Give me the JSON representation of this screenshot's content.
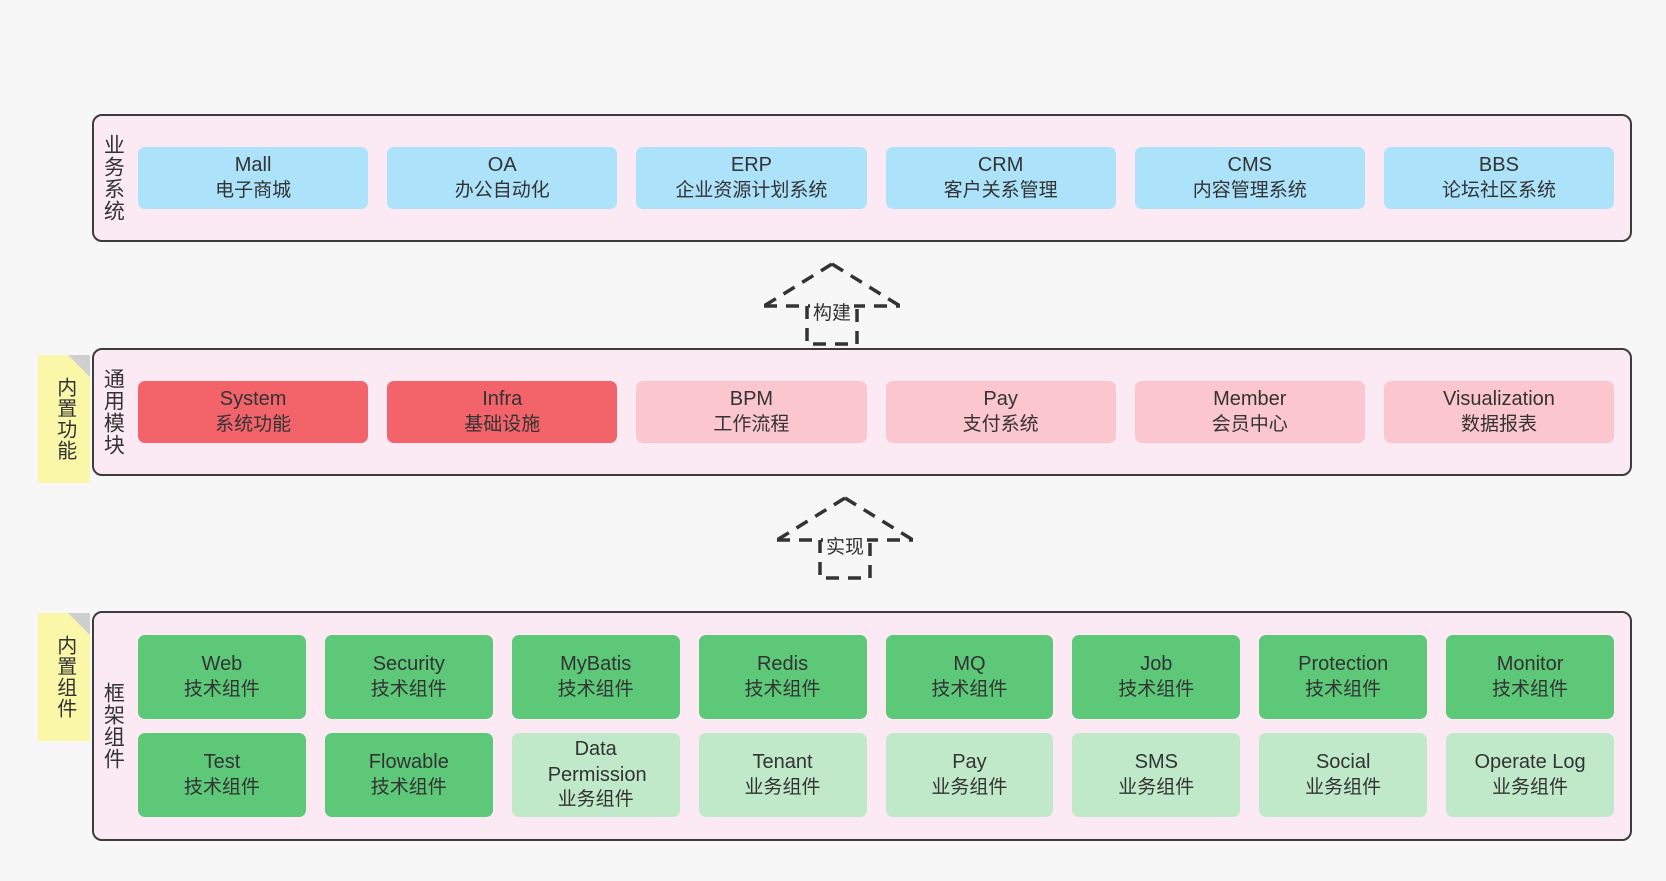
{
  "diagram": {
    "background": "#f7f7f7",
    "layers": [
      {
        "id": "business",
        "title": "业务系统",
        "note": null,
        "rows": [
          {
            "cards": [
              {
                "en": "Mall",
                "cn": "电子商城",
                "color": "#ace3fb",
                "style": "c-blue"
              },
              {
                "en": "OA",
                "cn": "办公自动化",
                "color": "#ace3fb",
                "style": "c-blue"
              },
              {
                "en": "ERP",
                "cn": "企业资源计划系统",
                "color": "#ace3fb",
                "style": "c-blue"
              },
              {
                "en": "CRM",
                "cn": "客户关系管理",
                "color": "#ace3fb",
                "style": "c-blue"
              },
              {
                "en": "CMS",
                "cn": "内容管理系统",
                "color": "#ace3fb",
                "style": "c-blue"
              },
              {
                "en": "BBS",
                "cn": "论坛社区系统",
                "color": "#ace3fb",
                "style": "c-blue"
              }
            ]
          }
        ]
      },
      {
        "id": "common",
        "title": "通用模块",
        "note": "内置功能",
        "rows": [
          {
            "cards": [
              {
                "en": "System",
                "cn": "系统功能",
                "color": "#f2636a",
                "style": "c-red"
              },
              {
                "en": "Infra",
                "cn": "基础设施",
                "color": "#f2636a",
                "style": "c-red"
              },
              {
                "en": "BPM",
                "cn": "工作流程",
                "color": "#fbc6cd",
                "style": "c-pink"
              },
              {
                "en": "Pay",
                "cn": "支付系统",
                "color": "#fbc6cd",
                "style": "c-pink"
              },
              {
                "en": "Member",
                "cn": "会员中心",
                "color": "#fbc6cd",
                "style": "c-pink"
              },
              {
                "en": "Visualization",
                "cn": "数据报表",
                "color": "#fbc6cd",
                "style": "c-pink"
              }
            ]
          }
        ]
      },
      {
        "id": "framework",
        "title": "框架组件",
        "note": "内置组件",
        "rows": [
          {
            "cards": [
              {
                "en": "Web",
                "cn": "技术组件",
                "color": "#5cc878",
                "style": "c-green"
              },
              {
                "en": "Security",
                "cn": "技术组件",
                "color": "#5cc878",
                "style": "c-green"
              },
              {
                "en": "MyBatis",
                "cn": "技术组件",
                "color": "#5cc878",
                "style": "c-green"
              },
              {
                "en": "Redis",
                "cn": "技术组件",
                "color": "#5cc878",
                "style": "c-green"
              },
              {
                "en": "MQ",
                "cn": "技术组件",
                "color": "#5cc878",
                "style": "c-green"
              },
              {
                "en": "Job",
                "cn": "技术组件",
                "color": "#5cc878",
                "style": "c-green"
              },
              {
                "en": "Protection",
                "cn": "技术组件",
                "color": "#5cc878",
                "style": "c-green"
              },
              {
                "en": "Monitor",
                "cn": "技术组件",
                "color": "#5cc878",
                "style": "c-green"
              }
            ]
          },
          {
            "cards": [
              {
                "en": "Test",
                "cn": "技术组件",
                "color": "#5cc878",
                "style": "c-green"
              },
              {
                "en": "Flowable",
                "cn": "技术组件",
                "color": "#5cc878",
                "style": "c-green"
              },
              {
                "en": "Data Permission",
                "cn": "业务组件",
                "color": "#bfe9c8",
                "style": "c-lightgreen"
              },
              {
                "en": "Tenant",
                "cn": "业务组件",
                "color": "#bfe9c8",
                "style": "c-lightgreen"
              },
              {
                "en": "Pay",
                "cn": "业务组件",
                "color": "#bfe9c8",
                "style": "c-lightgreen"
              },
              {
                "en": "SMS",
                "cn": "业务组件",
                "color": "#bfe9c8",
                "style": "c-lightgreen"
              },
              {
                "en": "Social",
                "cn": "业务组件",
                "color": "#bfe9c8",
                "style": "c-lightgreen"
              },
              {
                "en": "Operate Log",
                "cn": "业务组件",
                "color": "#bfe9c8",
                "style": "c-lightgreen"
              }
            ]
          }
        ]
      }
    ],
    "connectors": [
      {
        "id": "build",
        "label": "构建",
        "from": "common",
        "to": "business"
      },
      {
        "id": "implement",
        "label": "实现",
        "from": "framework",
        "to": "common"
      }
    ]
  }
}
